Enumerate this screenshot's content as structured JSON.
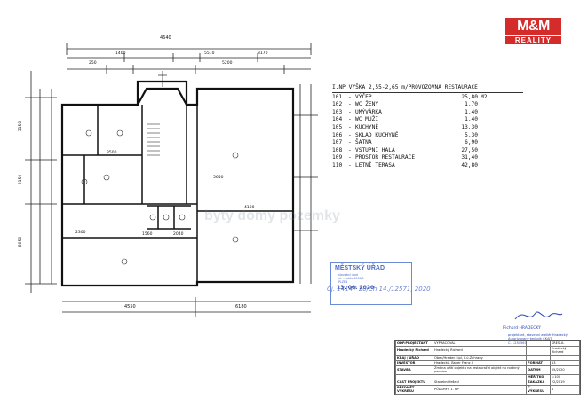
{
  "logo": {
    "line1": "M&M",
    "line2": "REALITY"
  },
  "legend": {
    "header": "I.NP  VÝŠKA 2,55-2,65 m/PROVOZOVNA RESTAURACE",
    "unit": "M2",
    "rooms": [
      {
        "num": "101",
        "name": "VÝČEP",
        "area": "25,80"
      },
      {
        "num": "102",
        "name": "WC ŽENY",
        "area": "1,70"
      },
      {
        "num": "103",
        "name": "UMÝVÁRKA",
        "area": "1,40"
      },
      {
        "num": "104",
        "name": "WC MUŽI",
        "area": "1,40"
      },
      {
        "num": "105",
        "name": "KUCHYNĚ",
        "area": "13,30"
      },
      {
        "num": "106",
        "name": "SKLAD KUCHYNĚ",
        "area": "5,30"
      },
      {
        "num": "107",
        "name": "ŠATNA",
        "area": "6,90"
      },
      {
        "num": "108",
        "name": "VSTUPNÍ HALA",
        "area": "27,50"
      },
      {
        "num": "109",
        "name": "PROSTOR RESTAURACE",
        "area": "31,40"
      },
      {
        "num": "110",
        "name": "LETNÍ TERASA",
        "area": "42,80"
      }
    ]
  },
  "plan": {
    "dims_top": [
      "4640",
      "250",
      "5200",
      "3170",
      "1400",
      "5510"
    ],
    "dims_bottom": [
      "4550",
      "6180"
    ],
    "dims_left": [
      "3150",
      "2150",
      "8050"
    ],
    "dims_inner": [
      "2300",
      "3500",
      "5650",
      "4100",
      "1560",
      "2040"
    ]
  },
  "stamp": {
    "title": "MĚSTSKÝ ÚŘAD",
    "lines": [
      "stavební úřad",
      "ul. ... sídlo 1000/5",
      "PLZEŇ"
    ],
    "date": "13. 06. 2020"
  },
  "handwriting": "Čj. 14147 20/Ch 14./12571, 2020",
  "signature": {
    "name": "Richard HRADECKÝ",
    "lines": [
      "projektant, stavební ateliér Hradecký",
      "Autorizovaný technik ČKAIT",
      "Č. 1234567"
    ]
  },
  "title_block": {
    "rows": [
      [
        "ODP.PROJEKTANT",
        "VYPRACOVAL",
        "",
        "KRESLIL"
      ],
      [
        "Hradecký Richard",
        "Hradecký Richard",
        "",
        "Hradecký Richard"
      ],
      [
        "KRAJ / ÚŘAD",
        "Obec/Hradec Lipí, k.ú.Zahrady",
        "",
        ""
      ],
      [
        "INVESTOR",
        "Hradecký, Bayer Franz J.",
        "FORMÁT",
        "A3"
      ],
      [
        "STAVBA",
        "Změna užití objektu na restaurační objekt na rodinný penzion",
        "DATUM",
        "05/2020"
      ],
      [
        "",
        "",
        "MĚŘÍTKO",
        "1:100"
      ],
      [
        "ČÁST PROJEKTU",
        "Stavební řešení",
        "ZAKÁZKA",
        "22/2019"
      ],
      [
        "PŘEDMĚT VÝKRESU",
        "PŮDORYS 1. NP",
        "Č. VÝKRESU",
        "4"
      ]
    ]
  },
  "watermark": "byty domy pozemky",
  "colors": {
    "logo_red": "#d42b2b",
    "stamp_blue": "#4a6cc8",
    "ink": "#222222"
  }
}
